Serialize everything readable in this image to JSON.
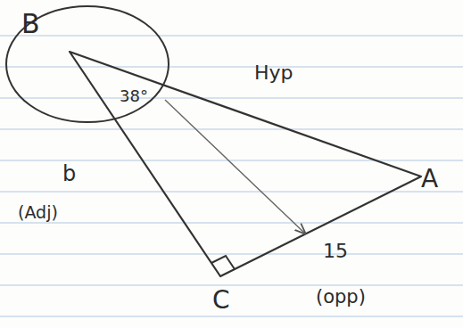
{
  "diagram": {
    "nodes": [
      {
        "text": [
          "B",
          "38°"
        ]
      }
    ],
    "labels": [
      "Hyp",
      "b",
      "(Adj)",
      "A",
      "C",
      "15",
      "(opp)"
    ]
  }
}
